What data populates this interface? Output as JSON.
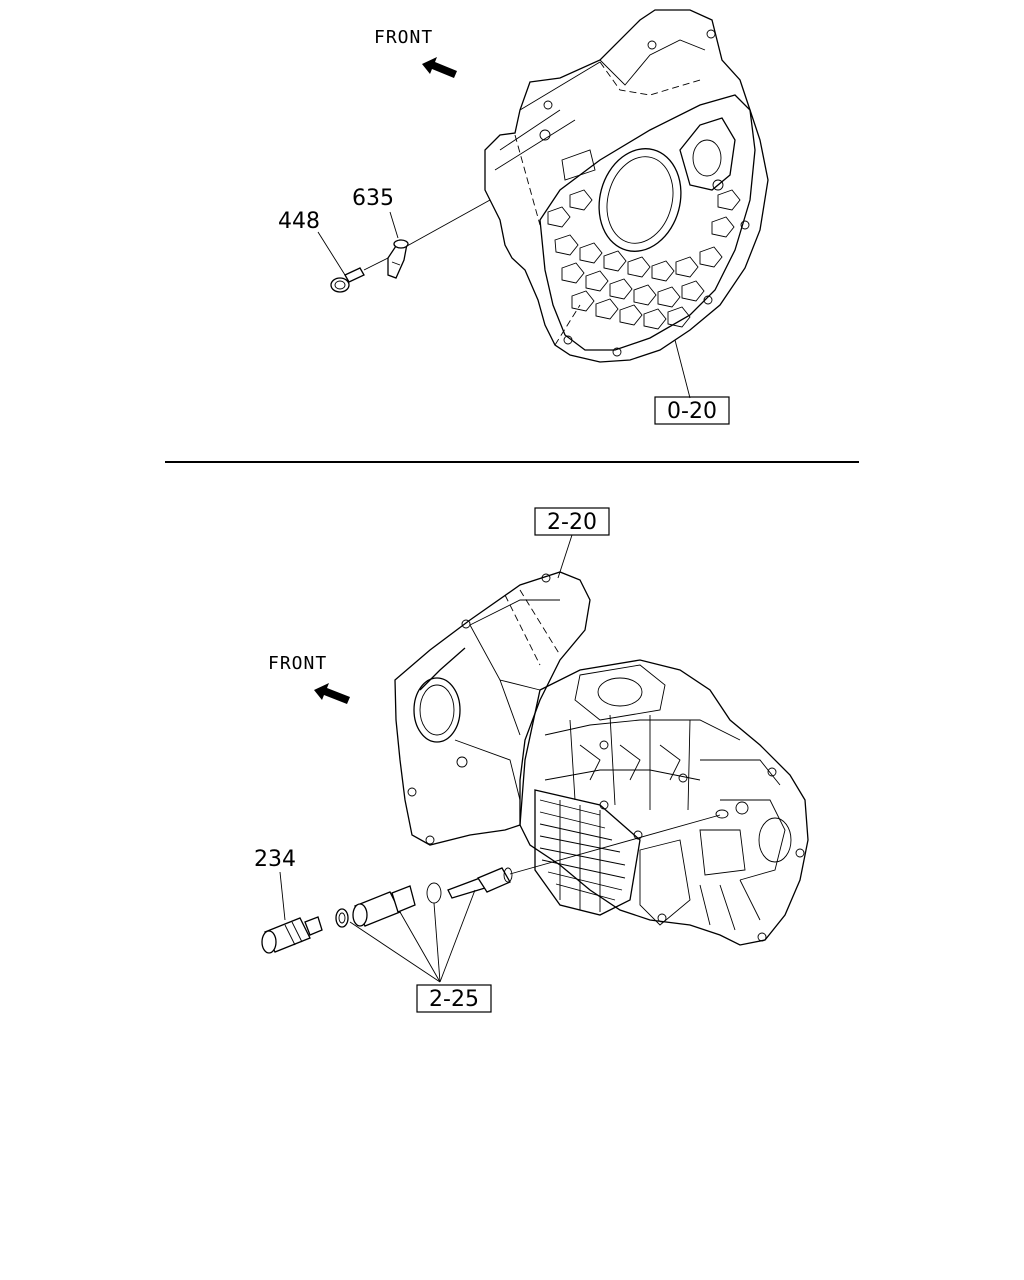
{
  "upper_view": {
    "front_label": "FRONT",
    "callouts": {
      "bolt": "448",
      "sensor": "635"
    },
    "ref_box": "0-20"
  },
  "lower_view": {
    "front_label": "FRONT",
    "ref_box_top": "2-20",
    "callout_switch": "234",
    "ref_box_bottom": "2-25"
  }
}
